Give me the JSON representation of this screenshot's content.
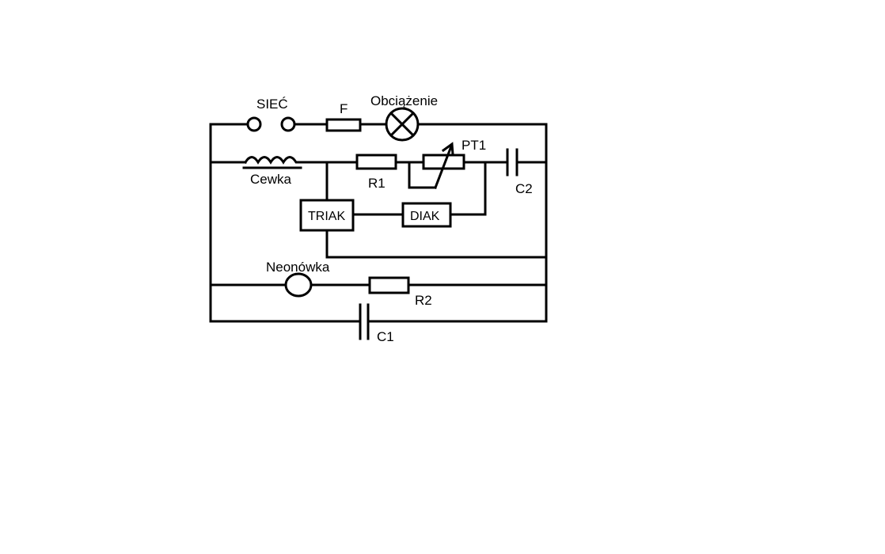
{
  "diagram": {
    "labels": {
      "siec": "SIEĆ",
      "fuse": "F",
      "load": "Obciążenie",
      "pt1": "PT1",
      "coil": "Cewka",
      "r1": "R1",
      "c2": "C2",
      "triak": "TRIAK",
      "diak": "DIAK",
      "neon": "Neonówka",
      "r2": "R2",
      "c1": "C1"
    },
    "colors": {
      "line": "#000000",
      "background": "#ffffff"
    }
  }
}
